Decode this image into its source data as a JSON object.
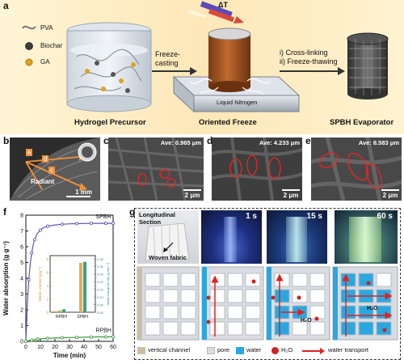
{
  "panel_a": {
    "letter": "a",
    "legend": [
      "PVA",
      "Biochar",
      "GA"
    ],
    "step_freeze": [
      "Freeze-",
      "casting"
    ],
    "step_crosslink": [
      "i) Cross-linking",
      "ii) Freeze-thawing"
    ],
    "delta_t": "ΔT",
    "radiant_tag": "radiant",
    "liquid_nitrogen": "Liquid Nitrogen",
    "captions": [
      "Hydrogel Precursor",
      "Oriented Freeze",
      "SPBH Evaporator"
    ]
  },
  "panel_b": {
    "letter": "b",
    "marks": [
      "e",
      "d",
      "c"
    ],
    "radiant": "Radiant",
    "scale": "1 mm"
  },
  "panel_c": {
    "letter": "c",
    "ave": "Ave: 0.965 μm",
    "scale": "2 μm"
  },
  "panel_d": {
    "letter": "d",
    "ave": "Ave: 4.233 μm",
    "scale": "2 μm"
  },
  "panel_e": {
    "letter": "e",
    "ave": "Ave: 8.583 μm",
    "scale": "2 μm"
  },
  "panel_f": {
    "letter": "f",
    "chart_data": {
      "type": "line",
      "xlabel": "Time (min)",
      "ylabel": "Water absorption (g g⁻¹)",
      "xlim": [
        0,
        60
      ],
      "ylim": [
        0,
        8
      ],
      "xticks": [
        0,
        10,
        20,
        30,
        40,
        50,
        60
      ],
      "yticks": [
        0,
        1,
        2,
        3,
        4,
        5,
        6,
        7,
        8
      ],
      "series": [
        {
          "name": "SPBH",
          "color": "#5a55b8",
          "x": [
            0,
            1,
            2,
            3,
            4,
            5,
            6,
            8,
            10,
            12,
            15,
            20,
            25,
            30,
            35,
            40,
            45,
            50,
            55,
            60
          ],
          "y": [
            0,
            2.3,
            3.9,
            4.9,
            5.6,
            6.1,
            6.45,
            6.85,
            7.05,
            7.2,
            7.3,
            7.38,
            7.42,
            7.45,
            7.46,
            7.47,
            7.48,
            7.48,
            7.48,
            7.48
          ]
        },
        {
          "name": "RPBH",
          "color": "#3c9a3c",
          "x": [
            0,
            2,
            4,
            6,
            8,
            10,
            15,
            20,
            25,
            30,
            35,
            40,
            45,
            50,
            55,
            60
          ],
          "y": [
            0,
            0.04,
            0.08,
            0.11,
            0.14,
            0.16,
            0.19,
            0.21,
            0.23,
            0.24,
            0.25,
            0.26,
            0.27,
            0.28,
            0.28,
            0.29
          ]
        }
      ]
    },
    "inset": {
      "type": "bar",
      "categories": [
        "RPBH",
        "SPBH"
      ],
      "ylabel_left": "Water content (g g⁻¹)",
      "ylabel_right": "Water transport rate (g min⁻¹)",
      "left_ticks": [
        "0",
        "2",
        "4",
        "6",
        "8"
      ],
      "right_ticks": [
        "0.00",
        "0.05",
        "0.10",
        "0.15",
        "0.20",
        "0.25",
        "0.30",
        "0.35"
      ],
      "left_max": 8,
      "values_left": [
        0.3,
        7.4
      ],
      "values_right": [
        0.02,
        0.33
      ],
      "colors": [
        "#e0b050",
        "#3aa08a"
      ]
    }
  },
  "panel_g": {
    "letter": "g",
    "section_title": "Longitudinal Section",
    "woven": "Woven fabric",
    "times": [
      "1 s",
      "15 s",
      "60 s"
    ],
    "h2o": "H₂O",
    "legend": [
      "vertical channel",
      "pore",
      "water",
      "H₂O",
      "water transport"
    ],
    "colors": {
      "channel": "#c9bfa8",
      "pore": "#d9dde3",
      "water": "#2ba7e0",
      "arrow": "#d22"
    }
  }
}
